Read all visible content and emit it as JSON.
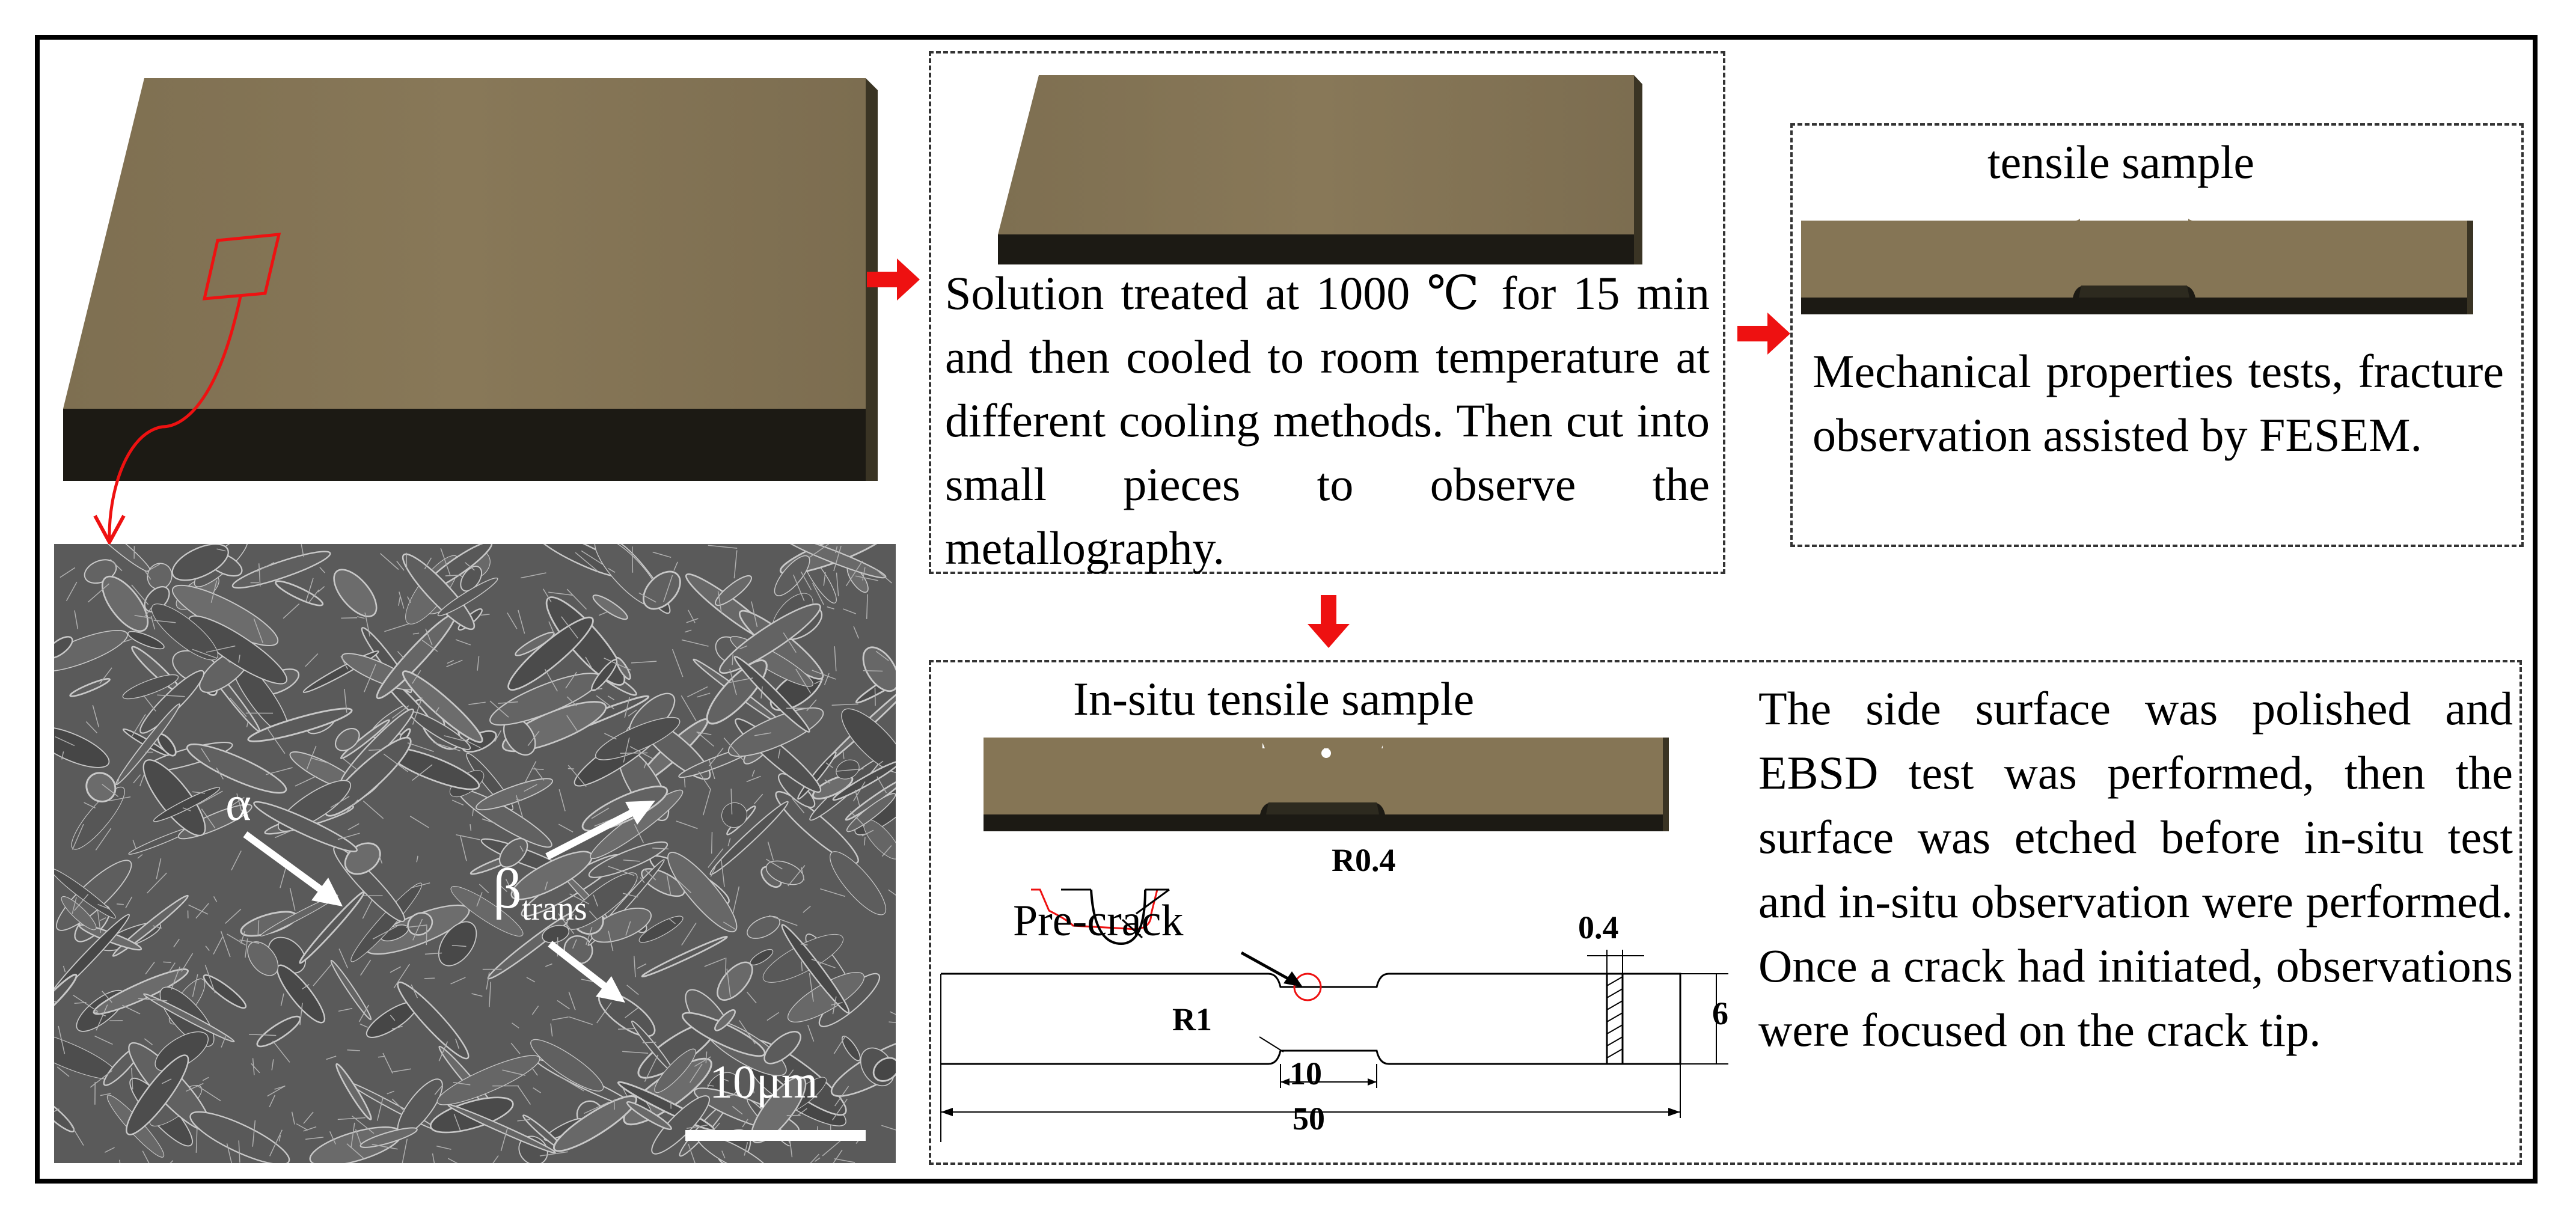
{
  "stage1": {
    "label": ""
  },
  "sem": {
    "alpha_label": "α",
    "beta_label": "β",
    "beta_sub": "trans",
    "scale_bar": "10μm"
  },
  "stage2": {
    "description": "Solution treated at 1000 ℃ for 15 min and then cooled to room temperature at different cooling methods. Then cut into small pieces to observe the metallography."
  },
  "stage3": {
    "title": "tensile sample",
    "description": "Mechanical properties tests, fracture observation assisted by FESEM."
  },
  "stage4": {
    "title": "In-situ tensile sample",
    "description": "The side surface was polished and EBSD test was performed, then the surface was etched before in-situ test and in-situ observation were performed. Once a crack had initiated, observations were focused on the crack tip.",
    "drawing": {
      "r_notch": "R0.4",
      "precrack": "Pre-crack",
      "thickness": "0.4",
      "height": "6",
      "r_gauge": "R1",
      "gauge_len": "10",
      "total_len": "50"
    }
  },
  "colors": {
    "plate_top": "#857555",
    "plate_side": "#1c1a14",
    "arrow": "#ee1111",
    "sem_bg": "#5a5a5a"
  }
}
